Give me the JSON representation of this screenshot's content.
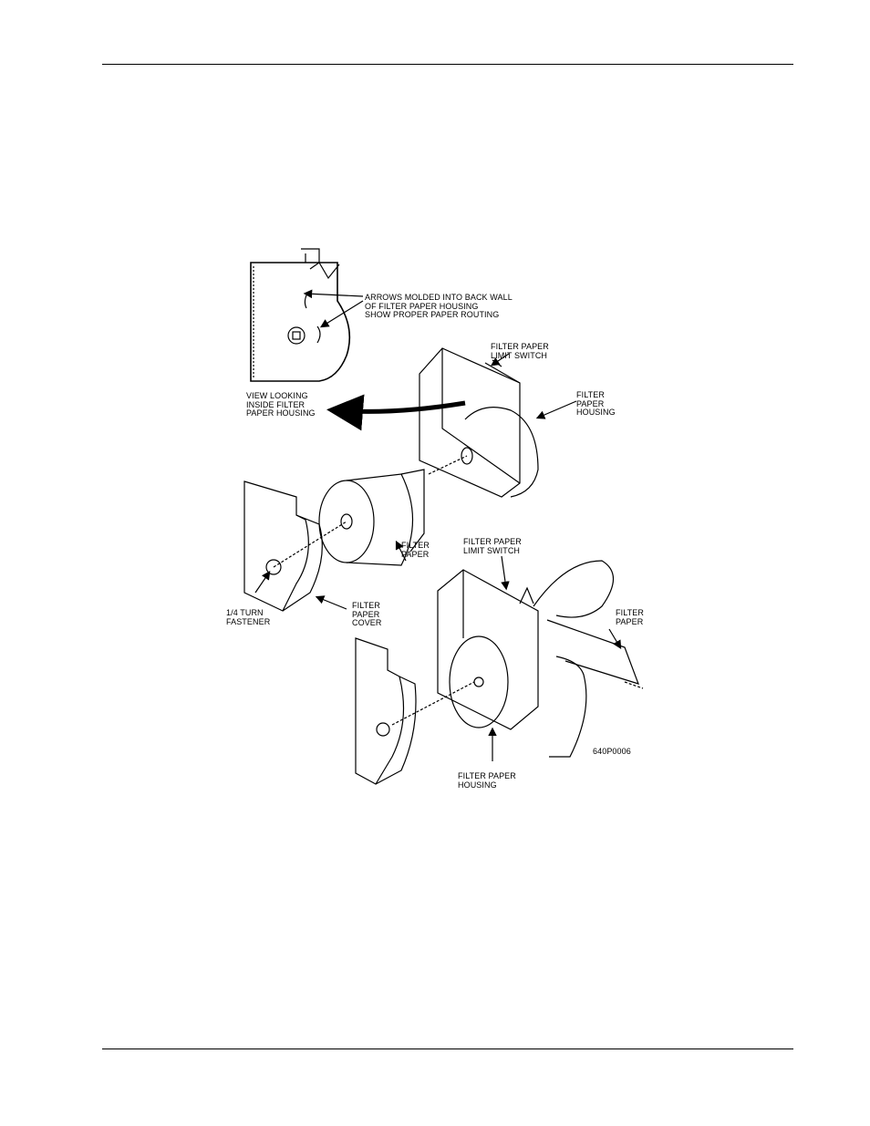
{
  "figure": {
    "labels": {
      "arrows_molded": "ARROWS MOLDED INTO BACK WALL\nOF FILTER PAPER HOUSING\nSHOW PROPER PAPER ROUTING",
      "view_looking": "VIEW LOOKING\nINSIDE FILTER\nPAPER HOUSING",
      "limit_switch_top": "FILTER PAPER\nLIMIT  SWITCH",
      "housing_top": "FILTER\nPAPER\nHOUSING",
      "filter_paper_mid": "FILTER\nPAPER",
      "limit_switch_bottom": "FILTER PAPER\nLIMIT  SWITCH",
      "quarter_turn": "1/4 TURN\nFASTENER",
      "paper_cover": "FILTER\nPAPER\nCOVER",
      "filter_paper_right": "FILTER\nPAPER",
      "figure_id": "640P0006",
      "housing_bottom": "FILTER PAPER\nHOUSING"
    }
  }
}
